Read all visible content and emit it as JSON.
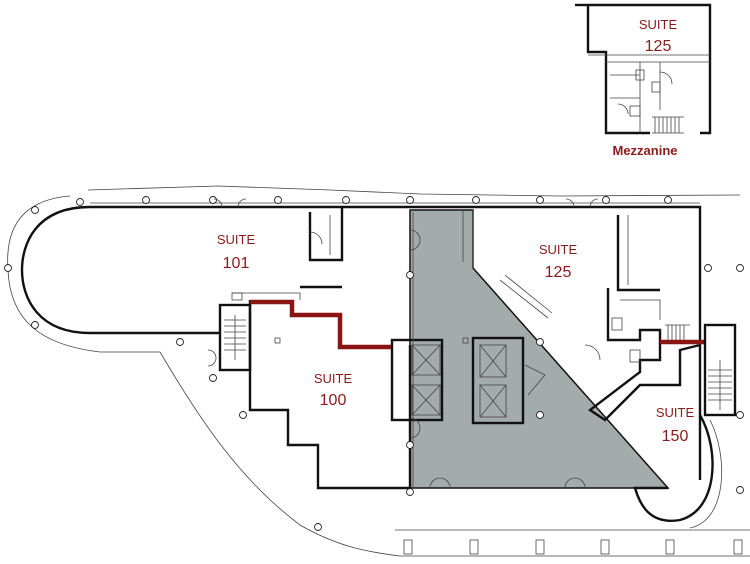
{
  "colors": {
    "label": "#8b1a1a",
    "egress_route": "#8b1414",
    "core_shading": "#a4acab",
    "walls": "#111111"
  },
  "labels": {
    "mezz_suite_word": "SUITE",
    "mezz_suite_number": "125",
    "mezzanine": "Mezzanine",
    "suite101_word": "SUITE",
    "suite101_number": "101",
    "suite125_word": "SUITE",
    "suite125_number": "125",
    "suite100_word": "SUITE",
    "suite100_number": "100",
    "suite150_word": "SUITE",
    "suite150_number": "150"
  }
}
